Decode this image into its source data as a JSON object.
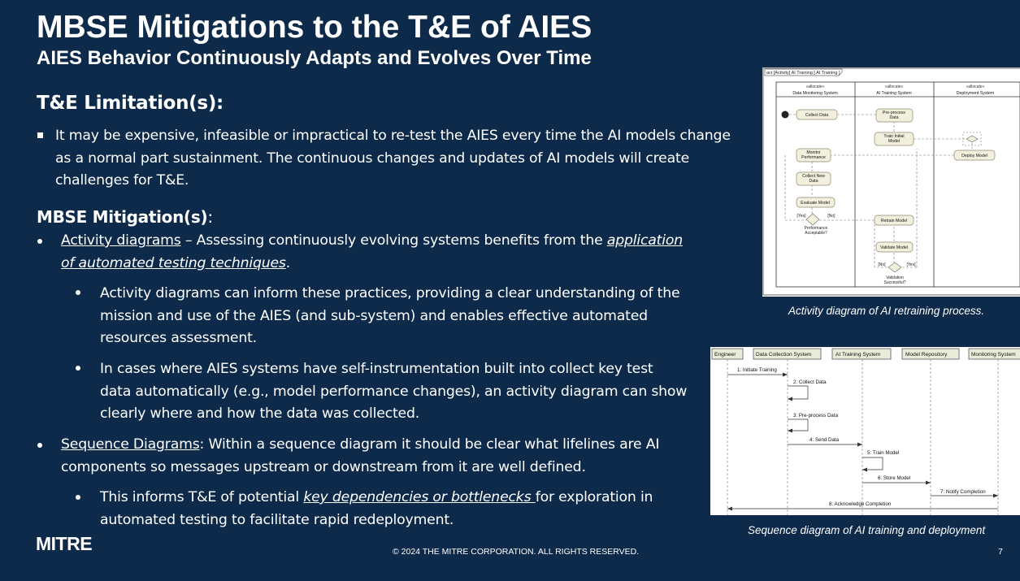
{
  "title": "MBSE Mitigations to the T&E of AIES",
  "subtitle": "AIES Behavior Continuously Adapts and Evolves Over Time",
  "limitations": {
    "heading": "T&E Limitation(s):",
    "items": [
      {
        "lines": [
          "It may be expensive, infeasible or impractical to re-test the AIES every time the AI models change",
          "as a normal part sustainment. The continuous changes and updates of AI models will create",
          "challenges for T&E."
        ]
      }
    ]
  },
  "mitigations": {
    "heading_bold": "MBSE Mitigation(s)",
    "heading_suffix": ":",
    "activity": {
      "link": "Activity diagrams",
      "text": " – Assessing continuously evolving systems benefits from the ",
      "italic_link_1": "application",
      "italic_link_2": "of automated testing techniques",
      "end": ".",
      "sub1": [
        "Activity diagrams can inform these practices, providing a clear understanding of the",
        "mission and use of the AIES (and sub-system) and enables effective automated",
        "resources assessment."
      ],
      "sub2": [
        "In cases where AIES systems have self-instrumentation built into collect key test",
        "data automatically (e.g., model performance changes), an activity diagram can show",
        "clearly where and how the data was collected."
      ]
    },
    "sequence": {
      "link": "Sequence Diagrams",
      "line1_rest": ": Within a sequence diagram it should be clear what lifelines are AI",
      "line2": "components so messages upstream or downstream from it are well defined.",
      "sub_pre": "This informs T&E of potential ",
      "sub_link": "key dependencies or bottlenecks ",
      "sub_post": "for exploration in",
      "sub_line2": "automated testing to facilitate rapid redeployment."
    }
  },
  "activity_diagram": {
    "frame_label": "act [Activity] AI Training [ AI Training ]",
    "stereotype": "«allocate»",
    "lanes": [
      "Data Monitoring System",
      "AI Training System",
      "Deployment System"
    ],
    "nodes": {
      "collect_data": "Collect Data",
      "preprocess": [
        "Pre-process",
        "Data"
      ],
      "train": [
        "Train Initial",
        "Model"
      ],
      "deploy": "Deploy Model",
      "monitor": [
        "Monitor",
        "Performance"
      ],
      "collect_new": [
        "Collect New",
        "Data"
      ],
      "evaluate": "Evaluate Model",
      "retrain": "Retrain Model",
      "validate": "Validate Model"
    },
    "guards": {
      "yes": "[Yes]",
      "no": "[No]"
    },
    "decision1": [
      "Performance",
      "Acceptable?"
    ],
    "decision2": [
      "Validation",
      "Successful?"
    ],
    "caption": "Activity diagram of AI retraining process."
  },
  "sequence_diagram": {
    "participants": [
      "Engineer",
      "Data Collection System",
      "AI Training System",
      "Model Repository",
      "Monitoring System"
    ],
    "messages": [
      "1: Initiate Training",
      "2: Collect Data",
      "3: Pre-process Data",
      "4: Send Data",
      "5: Train Model",
      "6: Store Model",
      "7: Notify Completion",
      "8: Acknowledge Completion"
    ],
    "caption": "Sequence diagram of AI  training and deployment"
  },
  "footer": {
    "logo": "MITRE",
    "copyright": "© 2024 THE MITRE CORPORATION. ALL RIGHTS RESERVED.",
    "page": "7"
  },
  "colors": {
    "background": "#0d2a4a",
    "text": "#ffffff",
    "diagram_node": "#f2f0dc",
    "diagram_header": "#e9ecd9"
  }
}
